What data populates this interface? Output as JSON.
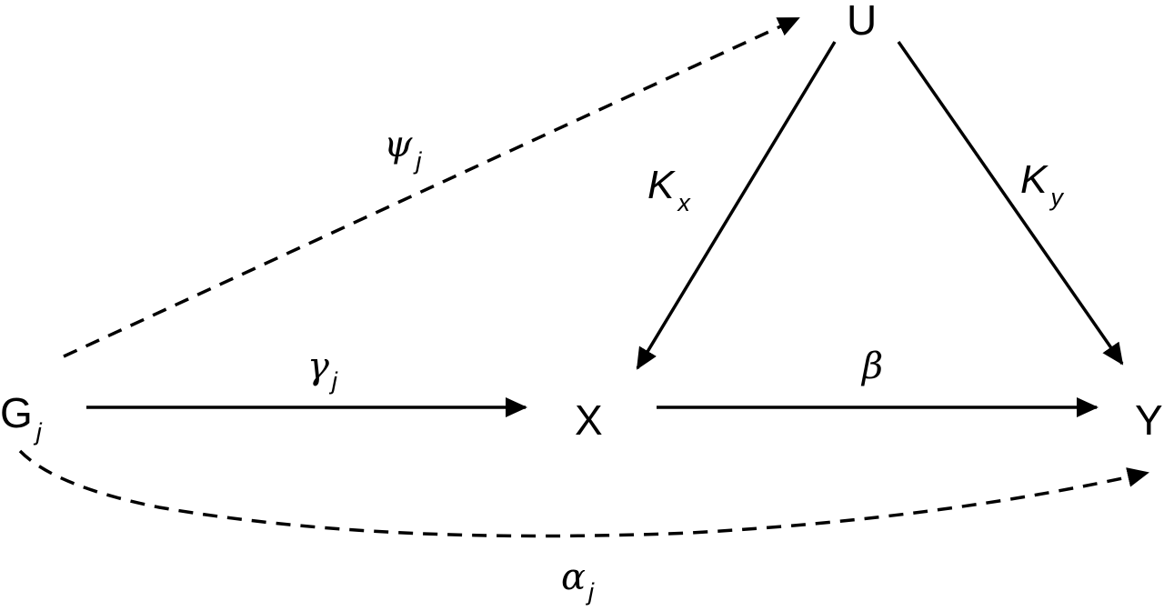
{
  "nodes": {
    "g": {
      "label": "G",
      "sub": "j"
    },
    "x": {
      "label": "X"
    },
    "y": {
      "label": "Y"
    },
    "u": {
      "label": "U"
    }
  },
  "edges": {
    "g_to_x": {
      "label": "γ",
      "sub": "j",
      "style": "solid"
    },
    "x_to_y": {
      "label": "β",
      "style": "solid"
    },
    "u_to_x": {
      "label": "K",
      "sub": "x",
      "style": "solid"
    },
    "u_to_y": {
      "label": "K",
      "sub": "y",
      "style": "solid"
    },
    "g_to_u": {
      "label": "ψ",
      "sub": "j",
      "style": "dashed"
    },
    "g_to_y": {
      "label": "α",
      "sub": "j",
      "style": "dashed"
    }
  },
  "colors": {
    "ink": "#000000",
    "background": "#ffffff"
  }
}
